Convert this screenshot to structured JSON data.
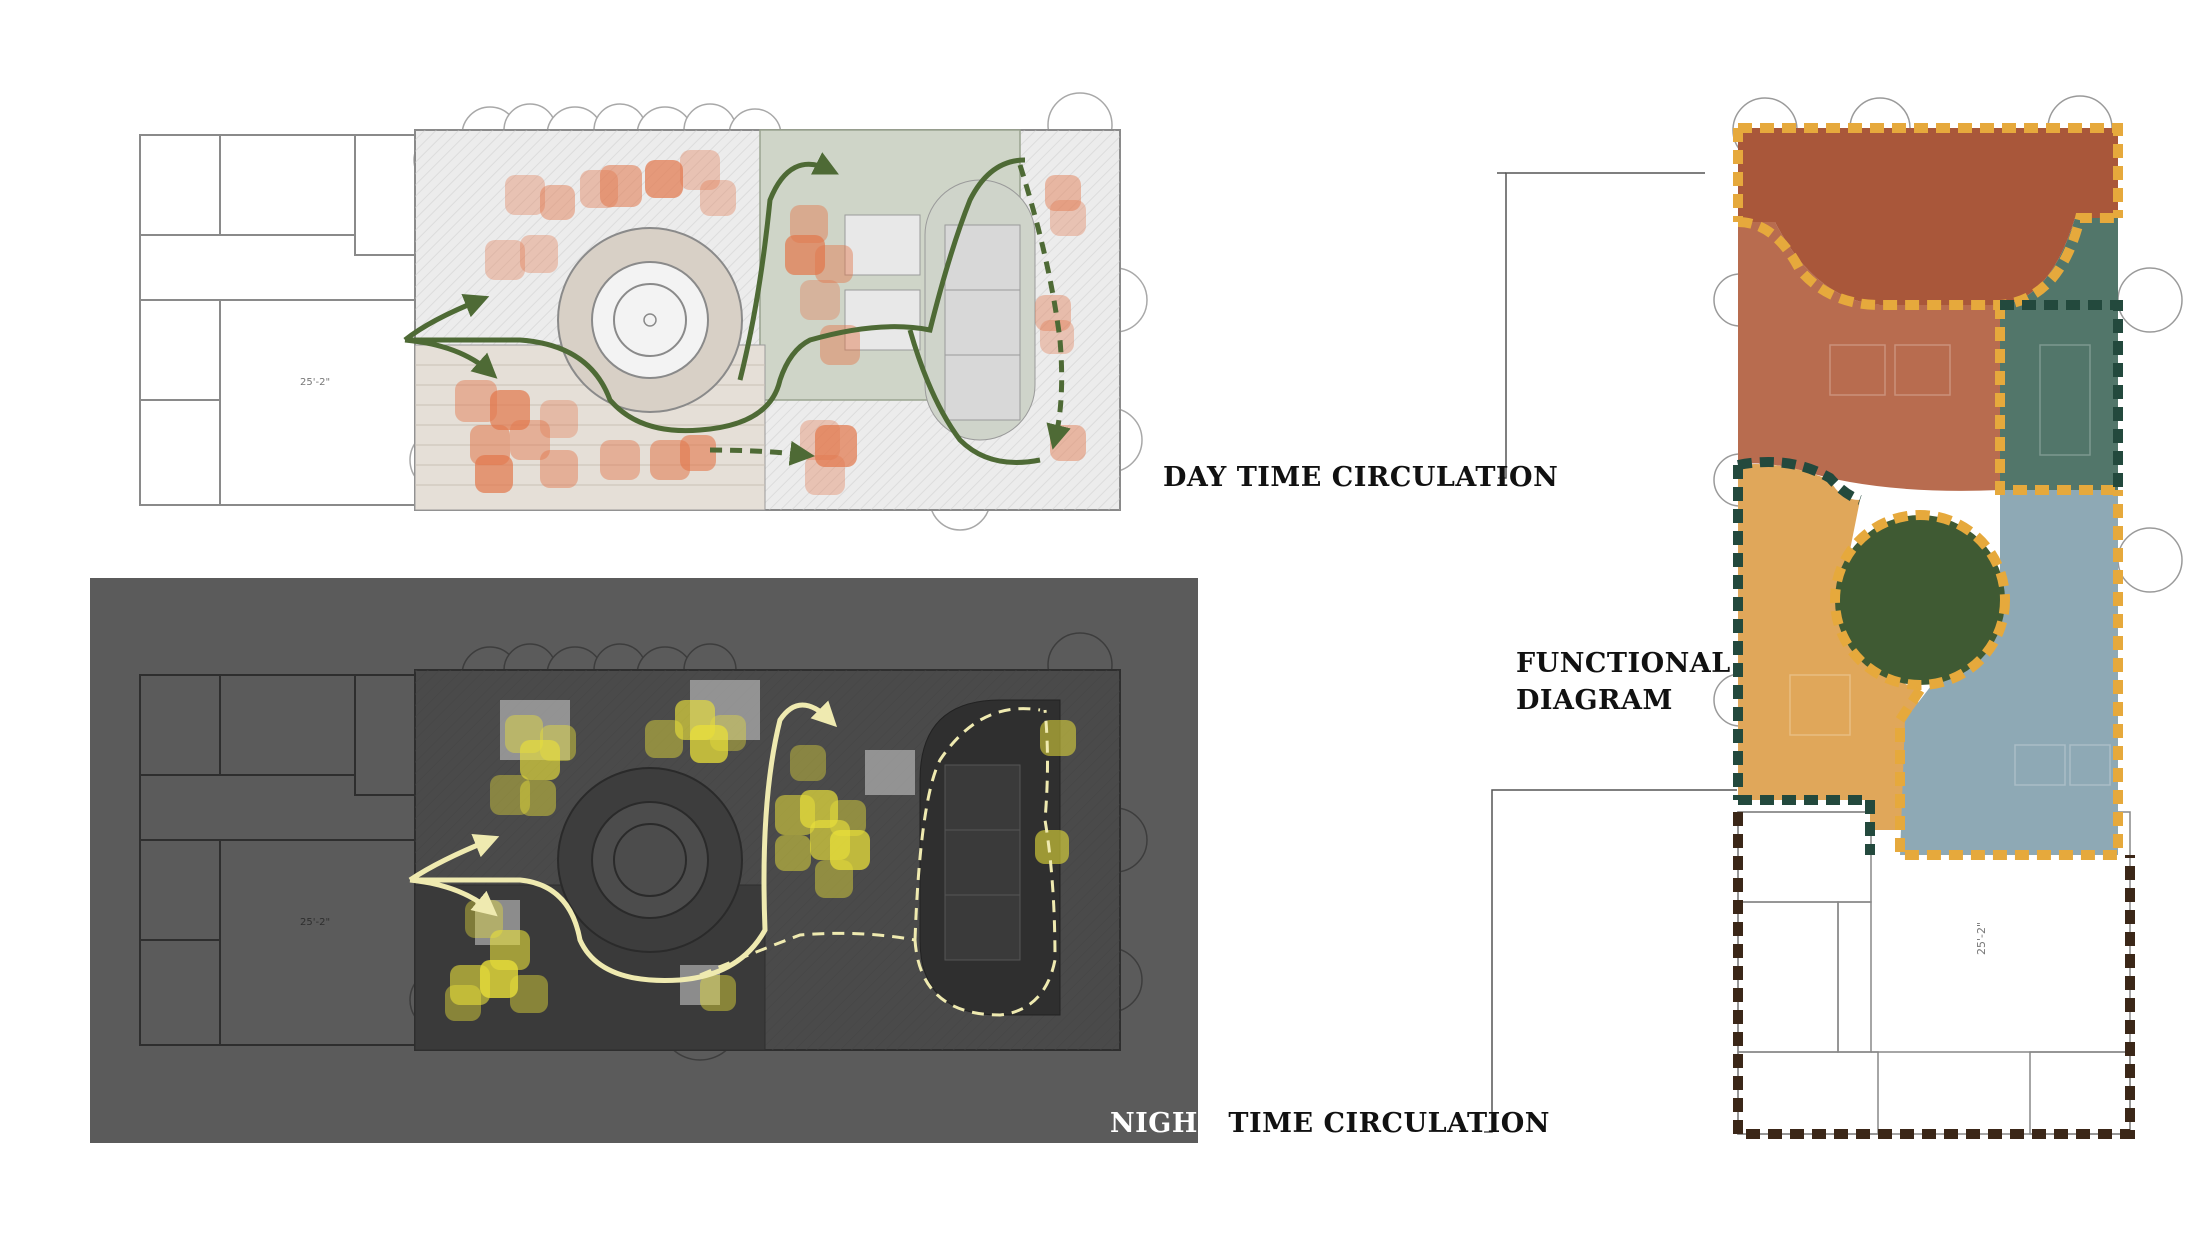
{
  "labels": {
    "day_time_circulation": "DAY TIME CIRCULATION",
    "functional_diagram_line1": "FUNCTIONAL",
    "functional_diagram_line2": "DIAGRAM",
    "night_time_circulation_part1": "NIGHT",
    "night_time_circulation_part2": " TIME CIRCULATION"
  },
  "dimension_notes": {
    "day_plan": "25'-2\"",
    "night_plan": "25'-2\"",
    "functional_diagram": "25'-2\""
  },
  "zones": [
    {
      "name": "top-terracotta-zone",
      "color": "#a9573a"
    },
    {
      "name": "mid-rust-zone",
      "color": "#b86c4f"
    },
    {
      "name": "teal-zone",
      "color": "#52766a"
    },
    {
      "name": "ochre-zone",
      "color": "#e0a75a"
    },
    {
      "name": "blue-zone",
      "color": "#8ea9b5"
    },
    {
      "name": "center-green-zone",
      "color": "#3f5a33"
    },
    {
      "name": "existing-building-zone",
      "color": "#ffffff"
    }
  ],
  "colors": {
    "night_background": "#5b5b5b",
    "day_arrow": "#4e6a35",
    "night_arrow": "#efeab0",
    "day_seat": "#e2764a",
    "night_seat": "#e8df3a",
    "border_yellow": "#e6a93c",
    "border_green": "#23493d",
    "border_dark": "#3b2718"
  }
}
